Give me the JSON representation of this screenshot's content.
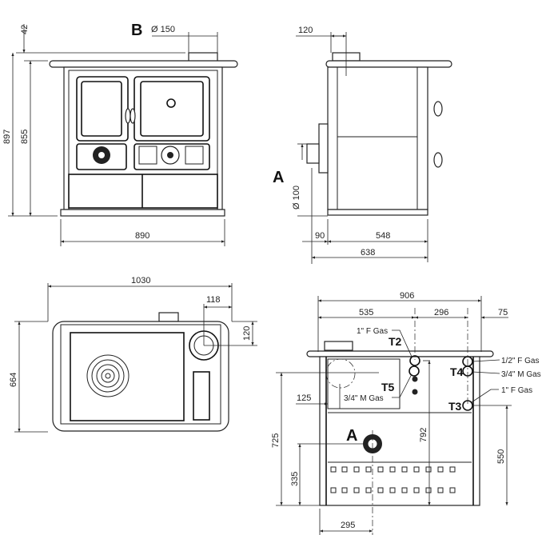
{
  "front_view": {
    "letter": "B",
    "flue_dia": "Ø 150",
    "dim_top": "42",
    "dim_total_height": "897",
    "dim_body_height": "855",
    "dim_width": "890"
  },
  "side_view": {
    "letter": "A",
    "dim_flue_offset": "120",
    "air_dia": "Ø 100",
    "dim_rear": "90",
    "dim_depth": "548",
    "dim_total_depth": "638"
  },
  "top_view": {
    "dim_width": "1030",
    "dim_flue_x": "118",
    "dim_flue_y": "120",
    "dim_depth": "664"
  },
  "rear_view": {
    "dim_total": "906",
    "dim_535": "535",
    "dim_296": "296",
    "dim_75": "75",
    "dim_125": "125",
    "dim_725": "725",
    "dim_335": "335",
    "dim_792": "792",
    "dim_550": "550",
    "dim_295": "295",
    "letter": "A",
    "connections": [
      {
        "tag": "T2",
        "spec": "1\" F Gas"
      },
      {
        "tag": "T5",
        "spec": "3/4\" M Gas"
      },
      {
        "tag": "T4",
        "spec": "1/2\" F Gas",
        "spec2": "3/4\" M Gas"
      },
      {
        "tag": "T3",
        "spec": "1\" F Gas"
      }
    ]
  }
}
